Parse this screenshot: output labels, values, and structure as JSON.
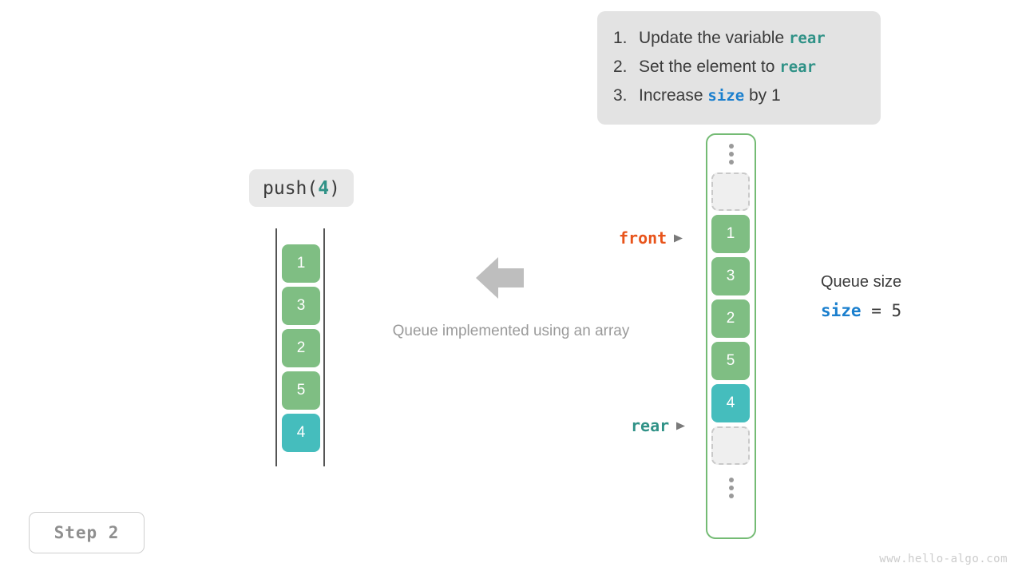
{
  "instructions": {
    "steps": [
      {
        "num": "1.",
        "pre": "Update the variable ",
        "code": "rear",
        "code_kind": "rear",
        "post": ""
      },
      {
        "num": "2.",
        "pre": "Set the element to ",
        "code": "rear",
        "code_kind": "rear",
        "post": ""
      },
      {
        "num": "3.",
        "pre": "Increase ",
        "code": "size",
        "code_kind": "size",
        "post": " by 1"
      }
    ]
  },
  "operation": {
    "name": "push(",
    "argument": "4",
    "close": ")"
  },
  "left_array": {
    "cells": [
      {
        "value": "1",
        "style": "green"
      },
      {
        "value": "3",
        "style": "green"
      },
      {
        "value": "2",
        "style": "green"
      },
      {
        "value": "5",
        "style": "green"
      },
      {
        "value": "4",
        "style": "teal"
      }
    ]
  },
  "center": {
    "arrow_icon": "arrow-left-icon",
    "caption": "Queue implemented using an array"
  },
  "queue": {
    "cells": [
      {
        "kind": "dots",
        "value": ""
      },
      {
        "kind": "empty",
        "value": ""
      },
      {
        "kind": "green",
        "value": "1"
      },
      {
        "kind": "green",
        "value": "3"
      },
      {
        "kind": "green",
        "value": "2"
      },
      {
        "kind": "green",
        "value": "5"
      },
      {
        "kind": "teal",
        "value": "4"
      },
      {
        "kind": "empty",
        "value": ""
      },
      {
        "kind": "dots",
        "value": ""
      }
    ]
  },
  "pointers": {
    "front": {
      "label": "front",
      "arrow": "➤"
    },
    "rear": {
      "label": "rear",
      "arrow": "➤"
    }
  },
  "size_readout": {
    "title": "Queue size",
    "variable": "size",
    "operator": " = ",
    "value": "5"
  },
  "step_badge": {
    "label": "Step 2"
  },
  "watermark": {
    "text": "www.hello-algo.com"
  },
  "colors": {
    "green": "#7fbe83",
    "teal": "#45bdbd",
    "front_orange": "#e8541b",
    "rear_teal": "#309287",
    "size_blue": "#1a7fce",
    "container_border": "#74bb74",
    "callout_bg": "#e3e3e3",
    "gray_text": "#9a9a9a"
  }
}
